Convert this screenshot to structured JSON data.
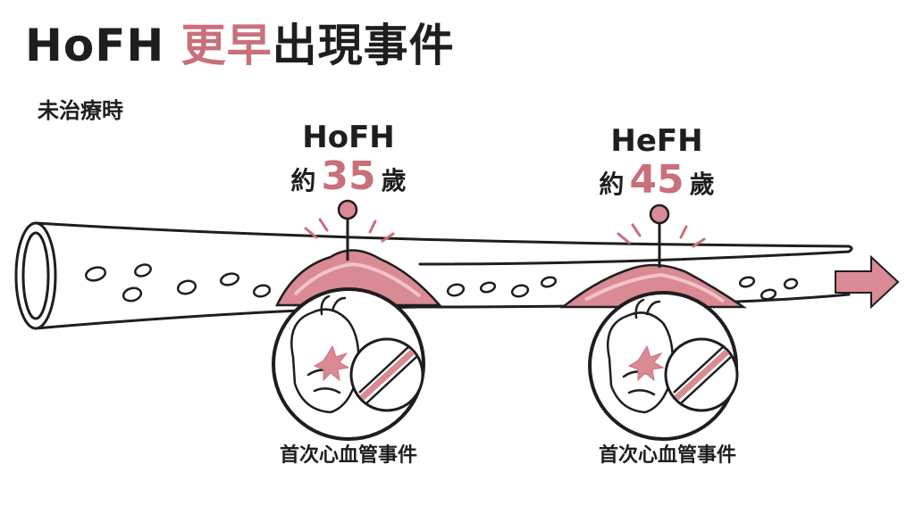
{
  "title": {
    "prefix": "HoFH ",
    "accent": "更早",
    "suffix": "出現事件"
  },
  "subtitle": "未治療時",
  "markers": [
    {
      "name": "HoFH",
      "age_prefix": "約",
      "age": "35",
      "age_suffix": "歲"
    },
    {
      "name": "HeFH",
      "age_prefix": "約",
      "age": "45",
      "age_suffix": "歲"
    }
  ],
  "event_caption": "首次心血管事件",
  "colors": {
    "accent": "#c9707a",
    "plaque": "#d98a93",
    "outline": "#1e1e1e",
    "arrow": "#c9707a"
  },
  "icons": [
    "artery-tube-icon",
    "plaque-icon",
    "heart-icon",
    "artery-crosssection-icon",
    "arrow-right-icon",
    "pin-icon"
  ]
}
